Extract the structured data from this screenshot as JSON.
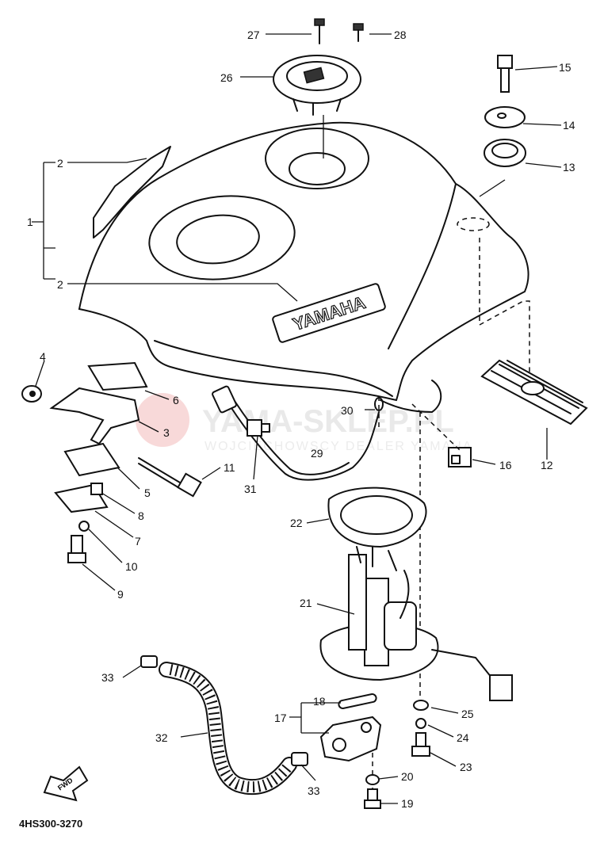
{
  "watermark": {
    "brand": "YAMA-SKLEP.PL",
    "tagline": "WOJCIECHOWSCY DEALER YAMAHA"
  },
  "tank_logo": "YAMAHA",
  "diagram_code": "4HS300-3270",
  "front_arrow_label": "FWD",
  "callouts": [
    {
      "id": "c1",
      "text": "1"
    },
    {
      "id": "c2a",
      "text": "2"
    },
    {
      "id": "c2b",
      "text": "2"
    },
    {
      "id": "c3",
      "text": "3"
    },
    {
      "id": "c4",
      "text": "4"
    },
    {
      "id": "c5",
      "text": "5"
    },
    {
      "id": "c6",
      "text": "6"
    },
    {
      "id": "c7",
      "text": "7"
    },
    {
      "id": "c8",
      "text": "8"
    },
    {
      "id": "c9",
      "text": "9"
    },
    {
      "id": "c10",
      "text": "10"
    },
    {
      "id": "c11",
      "text": "11"
    },
    {
      "id": "c12",
      "text": "12"
    },
    {
      "id": "c13",
      "text": "13"
    },
    {
      "id": "c14",
      "text": "14"
    },
    {
      "id": "c15",
      "text": "15"
    },
    {
      "id": "c16",
      "text": "16"
    },
    {
      "id": "c17",
      "text": "17"
    },
    {
      "id": "c18",
      "text": "18"
    },
    {
      "id": "c19",
      "text": "19"
    },
    {
      "id": "c20",
      "text": "20"
    },
    {
      "id": "c21",
      "text": "21"
    },
    {
      "id": "c22",
      "text": "22"
    },
    {
      "id": "c23",
      "text": "23"
    },
    {
      "id": "c24",
      "text": "24"
    },
    {
      "id": "c25",
      "text": "25"
    },
    {
      "id": "c26",
      "text": "26"
    },
    {
      "id": "c27",
      "text": "27"
    },
    {
      "id": "c28",
      "text": "28"
    },
    {
      "id": "c29",
      "text": "29"
    },
    {
      "id": "c30",
      "text": "30"
    },
    {
      "id": "c31",
      "text": "31"
    },
    {
      "id": "c32",
      "text": "32"
    },
    {
      "id": "c33a",
      "text": "33"
    },
    {
      "id": "c33b",
      "text": "33"
    }
  ]
}
